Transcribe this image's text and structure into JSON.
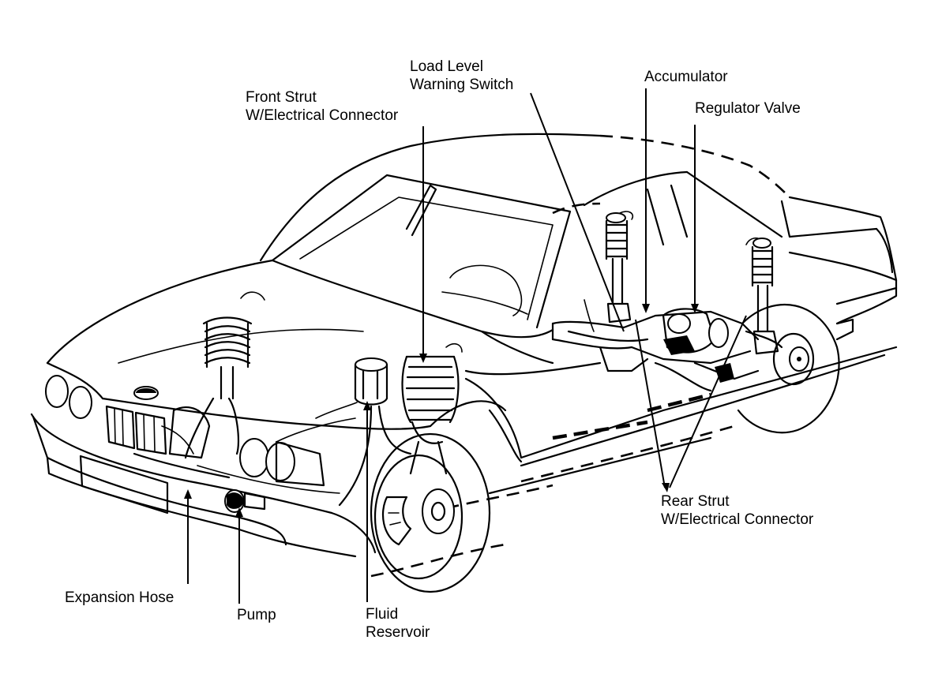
{
  "labels": {
    "load_level_warning_switch": [
      "Load Level",
      "Warning Switch"
    ],
    "front_strut": [
      "Front Strut",
      "W/Electrical Connector"
    ],
    "accumulator": [
      "Accumulator"
    ],
    "regulator_valve": [
      "Regulator Valve"
    ],
    "rear_strut": [
      "Rear Strut",
      "W/Electrical Connector"
    ],
    "expansion_hose": [
      "Expansion Hose"
    ],
    "pump": [
      "Pump"
    ],
    "fluid_reservoir": [
      "Fluid",
      "Reservoir"
    ]
  },
  "colors": {
    "ink": "#000000",
    "paper": "#ffffff"
  }
}
